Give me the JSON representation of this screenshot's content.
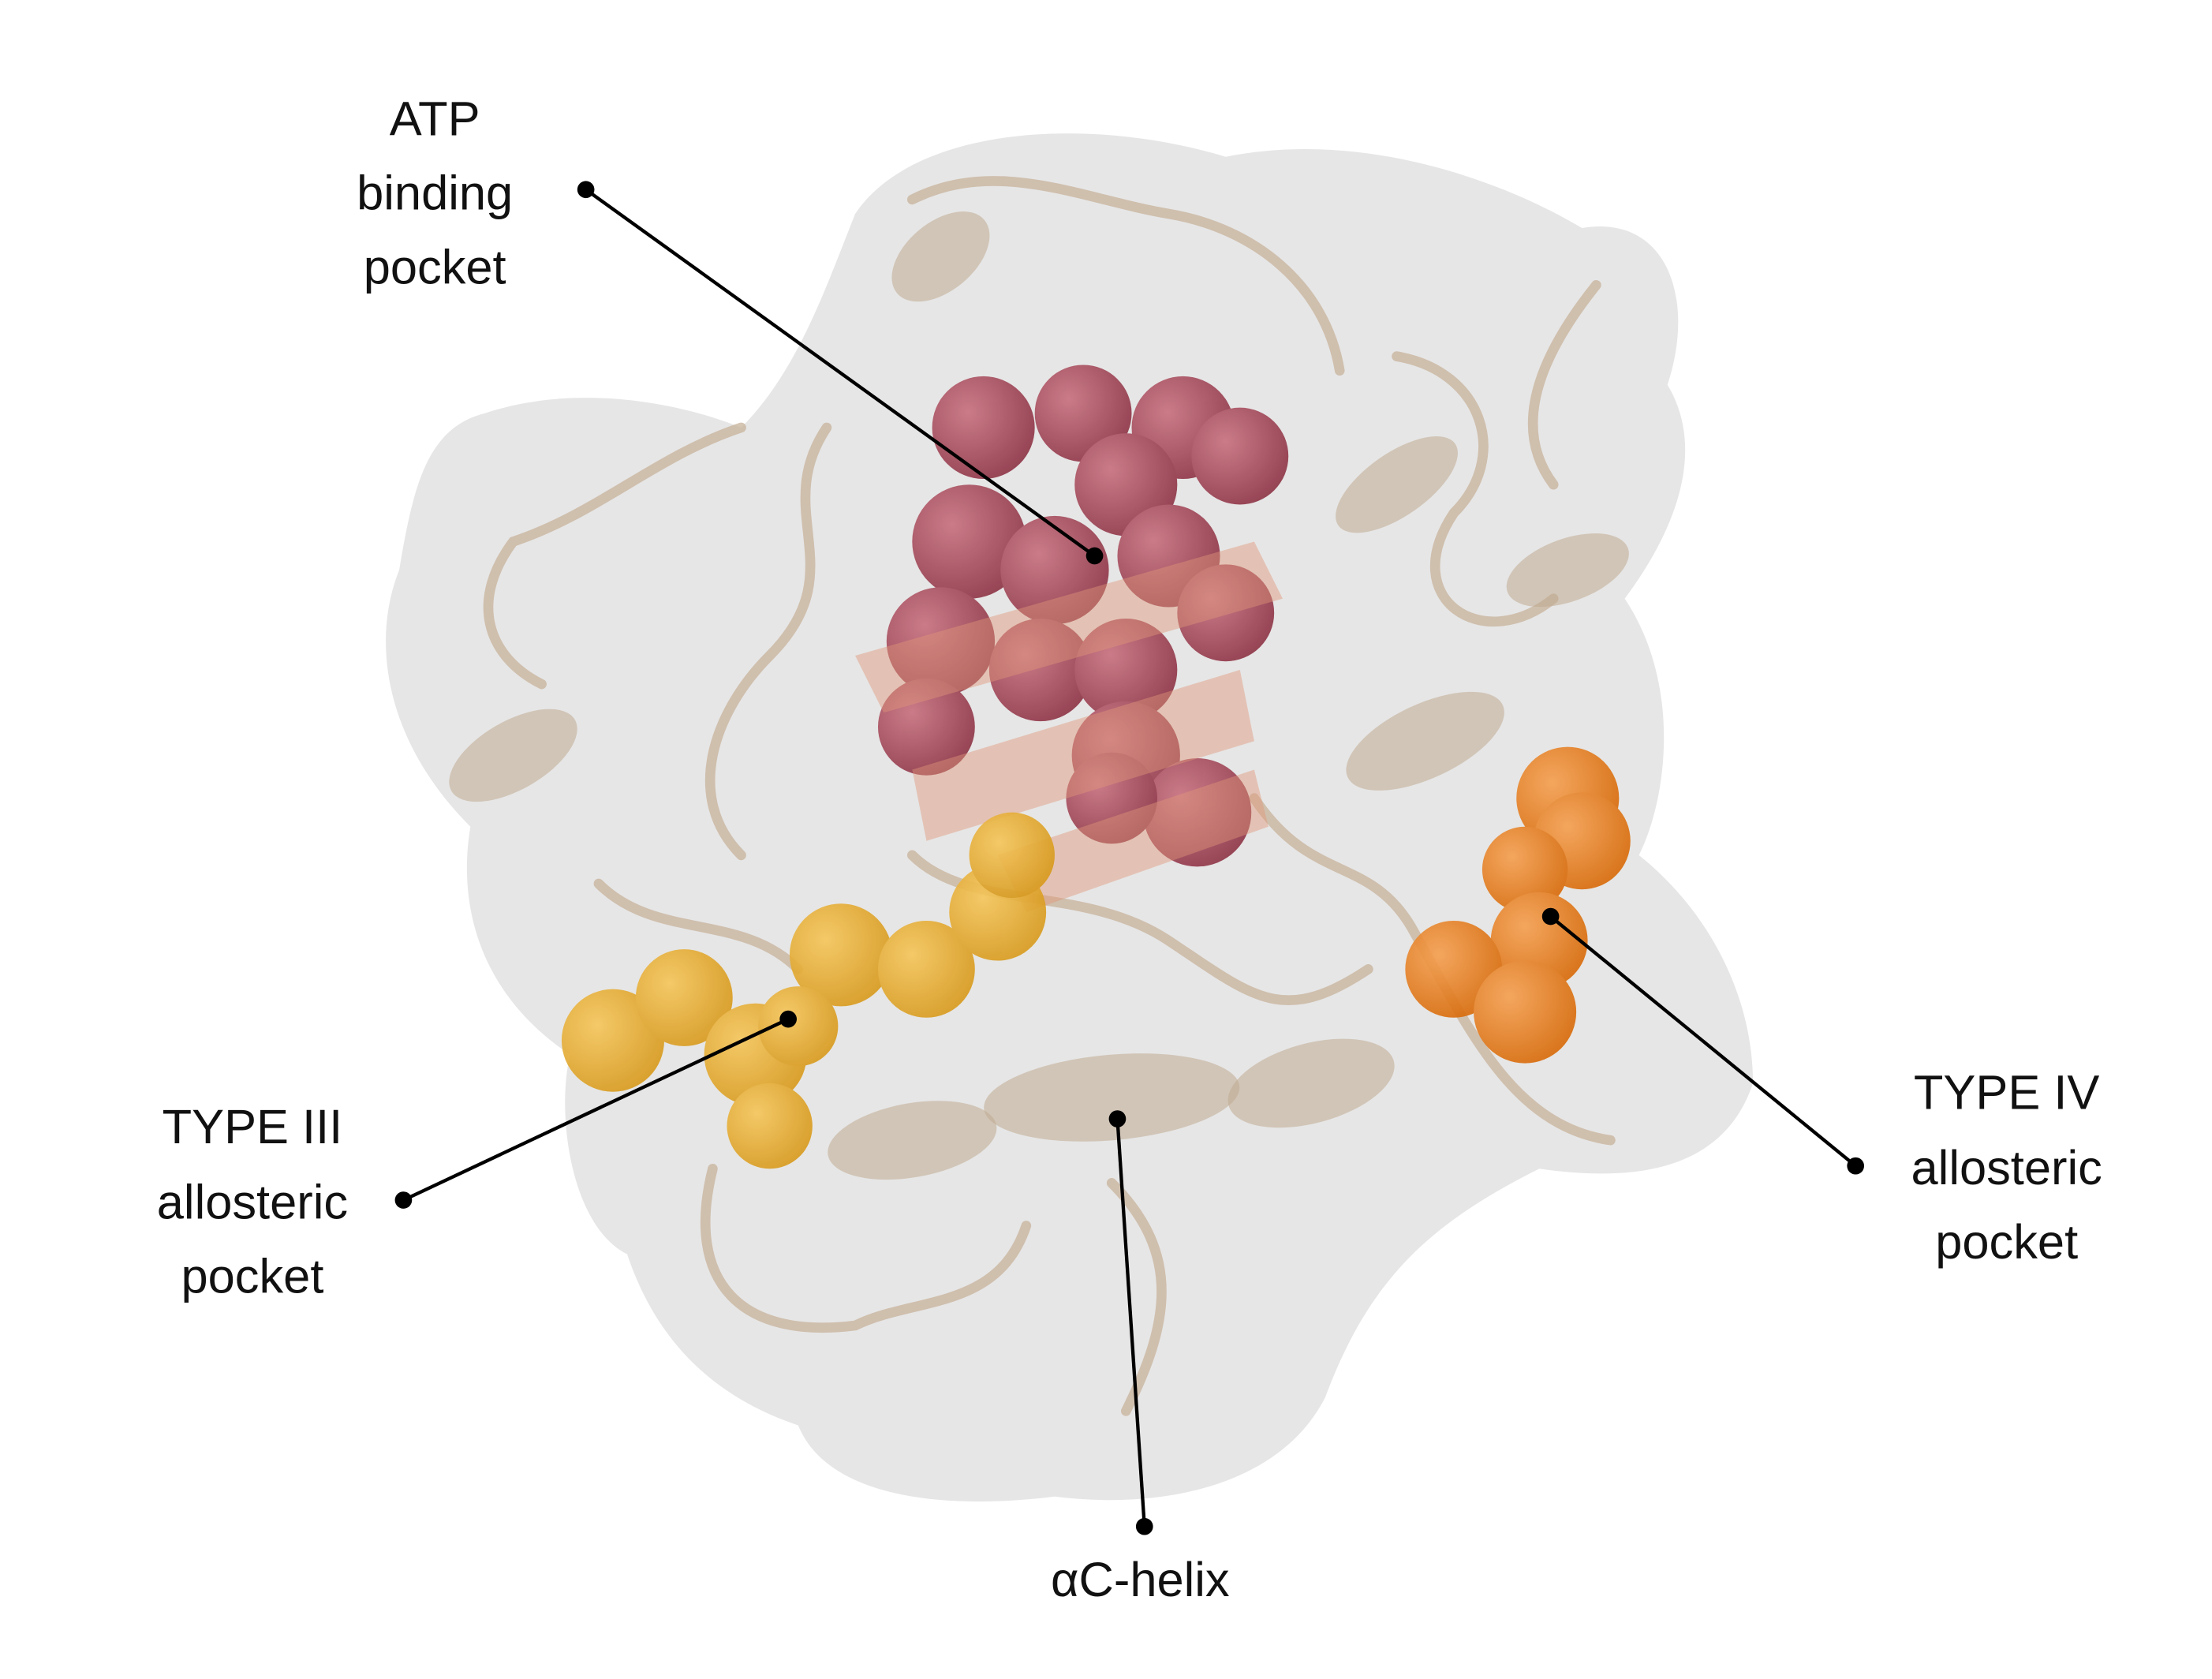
{
  "labels": {
    "atp": [
      "ATP",
      "binding",
      "pocket"
    ],
    "type3": [
      "TYPE III",
      "allosteric",
      "pocket"
    ],
    "type4": [
      "TYPE IV",
      "allosteric",
      "pocket"
    ],
    "alpha_c": "αC-helix"
  },
  "colors": {
    "surface": "#d9d9d9",
    "ribbon": "#c7b29a",
    "atp_ligand": "#a84a5a",
    "type3_ligand": "#e8a830",
    "type4_ligand": "#e87a18"
  }
}
